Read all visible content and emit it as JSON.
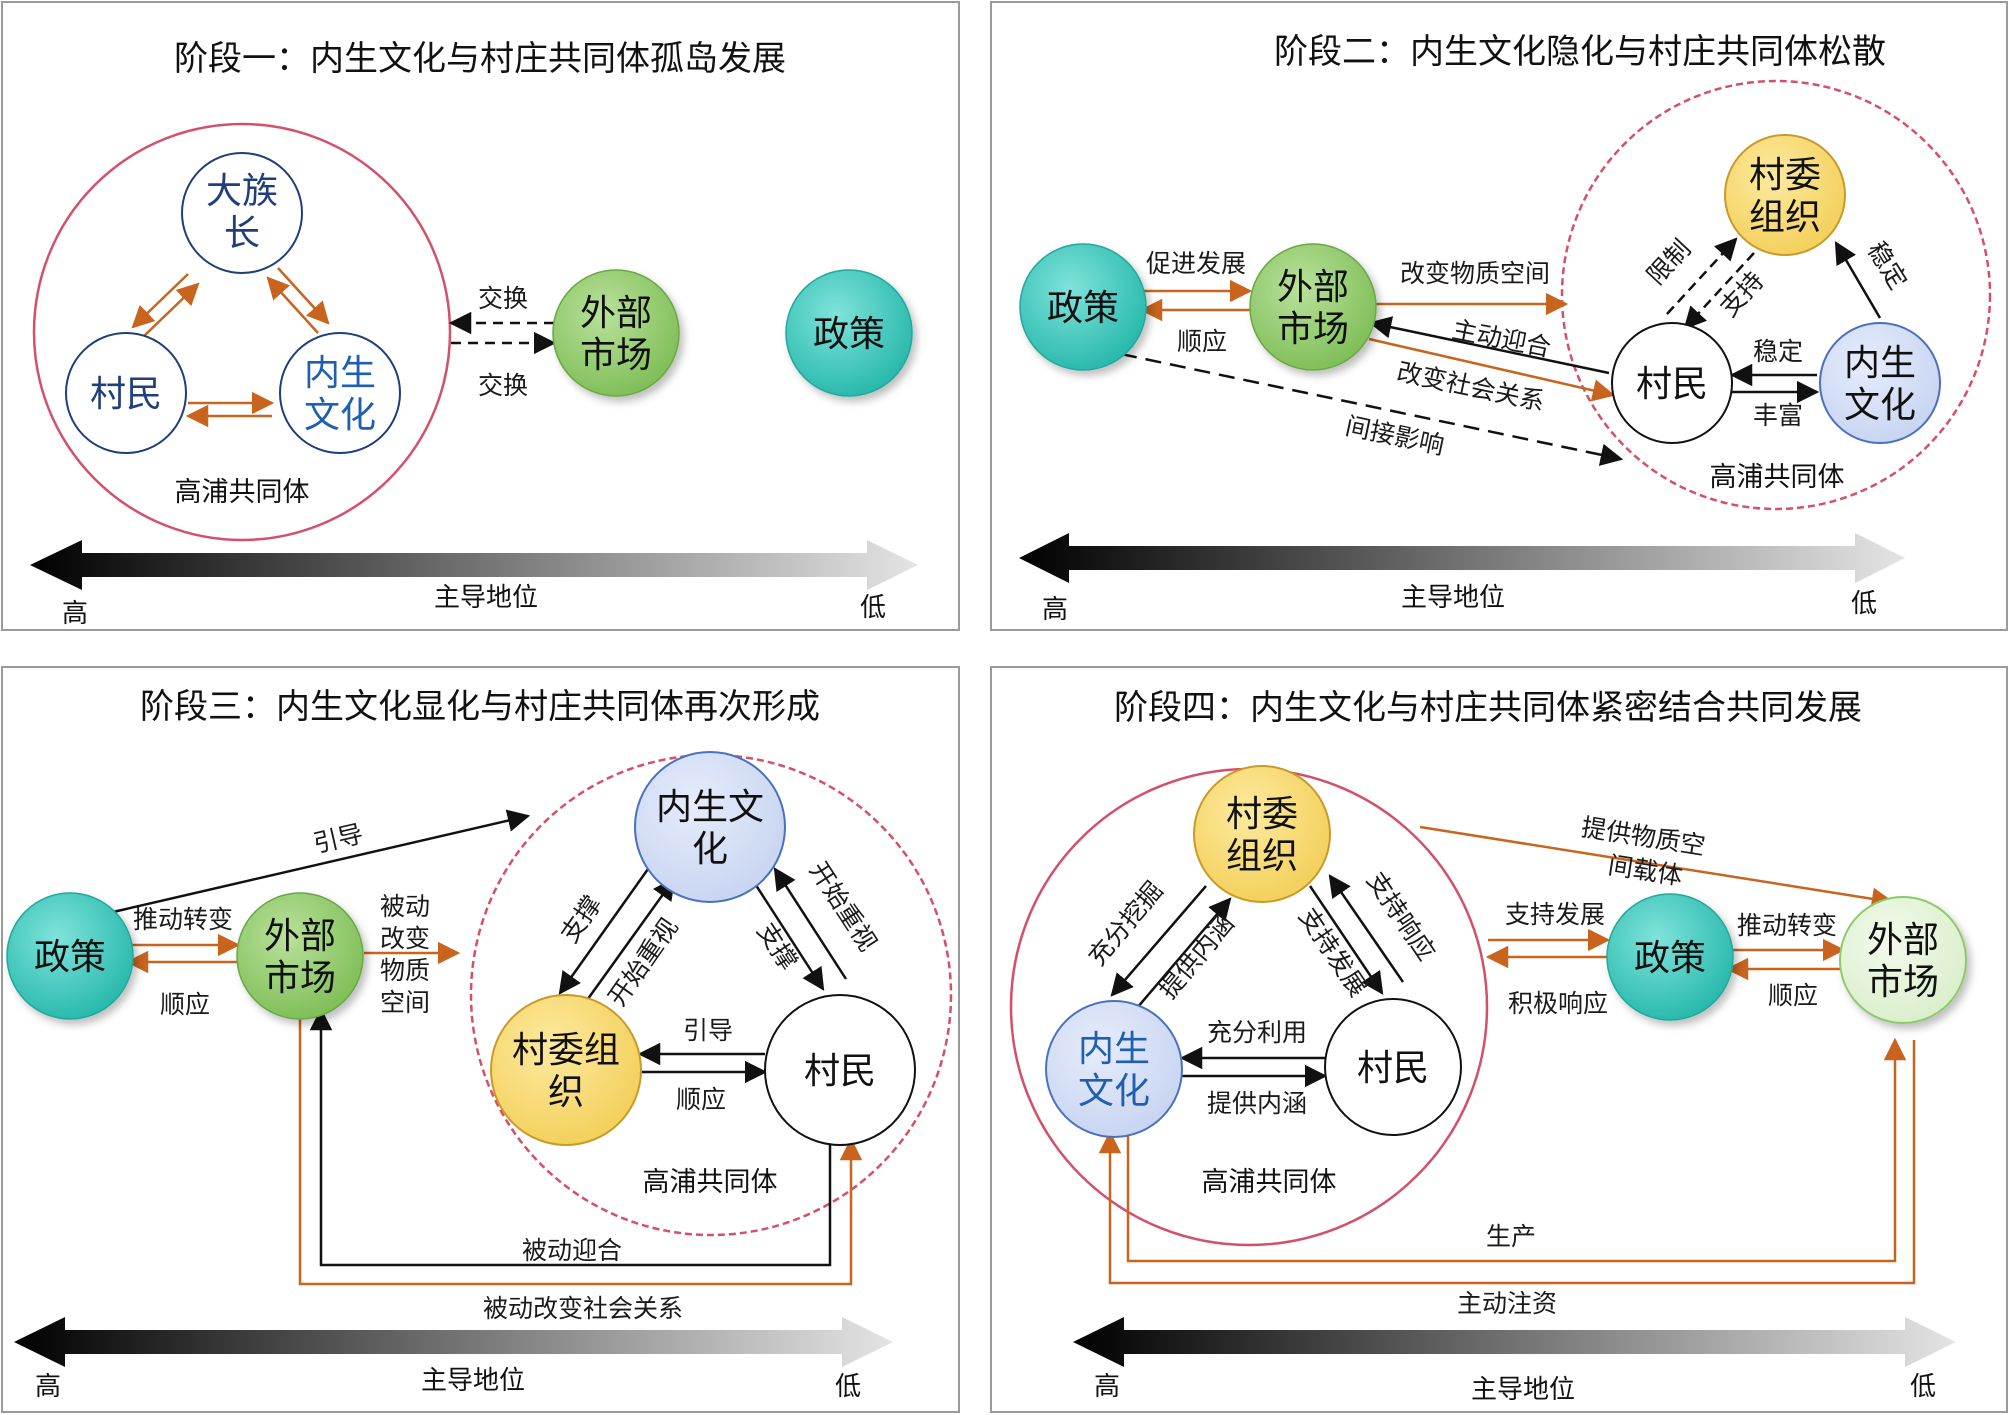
{
  "colors": {
    "orange": "#c8641e",
    "black": "#111111",
    "community_ring": "#d4506a",
    "teal": "#2cc4b8",
    "green": "#8fca6a",
    "blue_fill": "#d5dff5",
    "blue_stroke": "#4a70c0",
    "yellow": "#f7d870",
    "yellow_stroke": "#c99a2a",
    "pale_green": "#e6f5dc"
  },
  "axis": {
    "label": "主导地位",
    "high": "高",
    "low": "低"
  },
  "community_label": "高浦共同体",
  "panel1": {
    "title": "阶段一：内生文化与村庄共同体孤岛发展",
    "nodes": {
      "clan": "大族长",
      "villagers": "村民",
      "culture": "内生文化",
      "market": "外部市场",
      "policy": "政策"
    },
    "edges": {
      "exchange_top": "交换",
      "exchange_bottom": "交换"
    }
  },
  "panel2": {
    "title": "阶段二：内生文化隐化与村庄共同体松散",
    "nodes": {
      "policy": "政策",
      "market": "外部市场",
      "committee": "村委组织",
      "villagers": "村民",
      "culture": "内生文化"
    },
    "edges": {
      "promote": "促进发展",
      "comply": "顺应",
      "change_space": "改变物质空间",
      "active_cater": "主动迎合",
      "change_social": "改变社会关系",
      "indirect": "间接影响",
      "restrict": "限制",
      "support": "支持",
      "stabilize1": "稳定",
      "stabilize2": "稳定",
      "enrich": "丰富"
    }
  },
  "panel3": {
    "title": "阶段三：内生文化显化与村庄共同体再次形成",
    "nodes": {
      "policy": "政策",
      "market": "外部市场",
      "culture": "内生文化",
      "committee": "村委组织",
      "villagers": "村民"
    },
    "edges": {
      "guide_top": "引导",
      "drive": "推动转变",
      "comply": "顺应",
      "passive_change_space": "被动改变物质空间",
      "support_left": "支撑",
      "start_value_left": "开始重视",
      "support_right": "支撑",
      "start_value_right": "开始重视",
      "guide": "引导",
      "comply_bottom": "顺应",
      "passive_cater": "被动迎合",
      "passive_social": "被动改变社会关系"
    }
  },
  "panel4": {
    "title": "阶段四：内生文化与村庄共同体紧密结合共同发展",
    "nodes": {
      "committee": "村委组织",
      "culture": "内生文化",
      "villagers": "村民",
      "policy": "政策",
      "market": "外部市场"
    },
    "edges": {
      "fully_explore": "充分挖掘",
      "provide_connotation_left": "提供内涵",
      "support_respond": "支持响应",
      "support_develop": "支持发展",
      "fully_use": "充分利用",
      "provide_connotation": "提供内涵",
      "material_space": "提供物质空间载体",
      "support_dev_policy": "支持发展",
      "active_respond": "积极响应",
      "drive": "推动转变",
      "comply": "顺应",
      "produce": "生产",
      "invest": "主动注资"
    }
  }
}
